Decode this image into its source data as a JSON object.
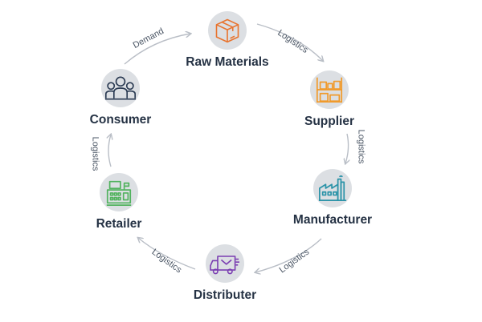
{
  "nodes": [
    {
      "id": "raw-materials",
      "label": "Raw Materials",
      "icon": "box-icon",
      "color": "#e8742f"
    },
    {
      "id": "supplier",
      "label": "Supplier",
      "icon": "warehouse-shelves-icon",
      "color": "#f09a2b"
    },
    {
      "id": "manufacturer",
      "label": "Manufacturer",
      "icon": "factory-icon",
      "color": "#2b93a8"
    },
    {
      "id": "distributer",
      "label": "Distributer",
      "icon": "delivery-truck-icon",
      "color": "#7b3fb2"
    },
    {
      "id": "retailer",
      "label": "Retailer",
      "icon": "cash-register-icon",
      "color": "#52b35f"
    },
    {
      "id": "consumer",
      "label": "Consumer",
      "icon": "people-icon",
      "color": "#2a3a52"
    }
  ],
  "connectors": [
    {
      "from": "raw-materials",
      "to": "supplier",
      "label": "Logistics"
    },
    {
      "from": "supplier",
      "to": "manufacturer",
      "label": "Logistics"
    },
    {
      "from": "manufacturer",
      "to": "distributer",
      "label": "Logistics"
    },
    {
      "from": "distributer",
      "to": "retailer",
      "label": "Logistics"
    },
    {
      "from": "retailer",
      "to": "consumer",
      "label": "Logistics"
    },
    {
      "from": "consumer",
      "to": "raw-materials",
      "label": "Demand"
    }
  ],
  "colors": {
    "arrow": "#b9bec6",
    "circle": "#dcdfe3",
    "label_text": "#253244",
    "connector_text": "#4a5564"
  }
}
